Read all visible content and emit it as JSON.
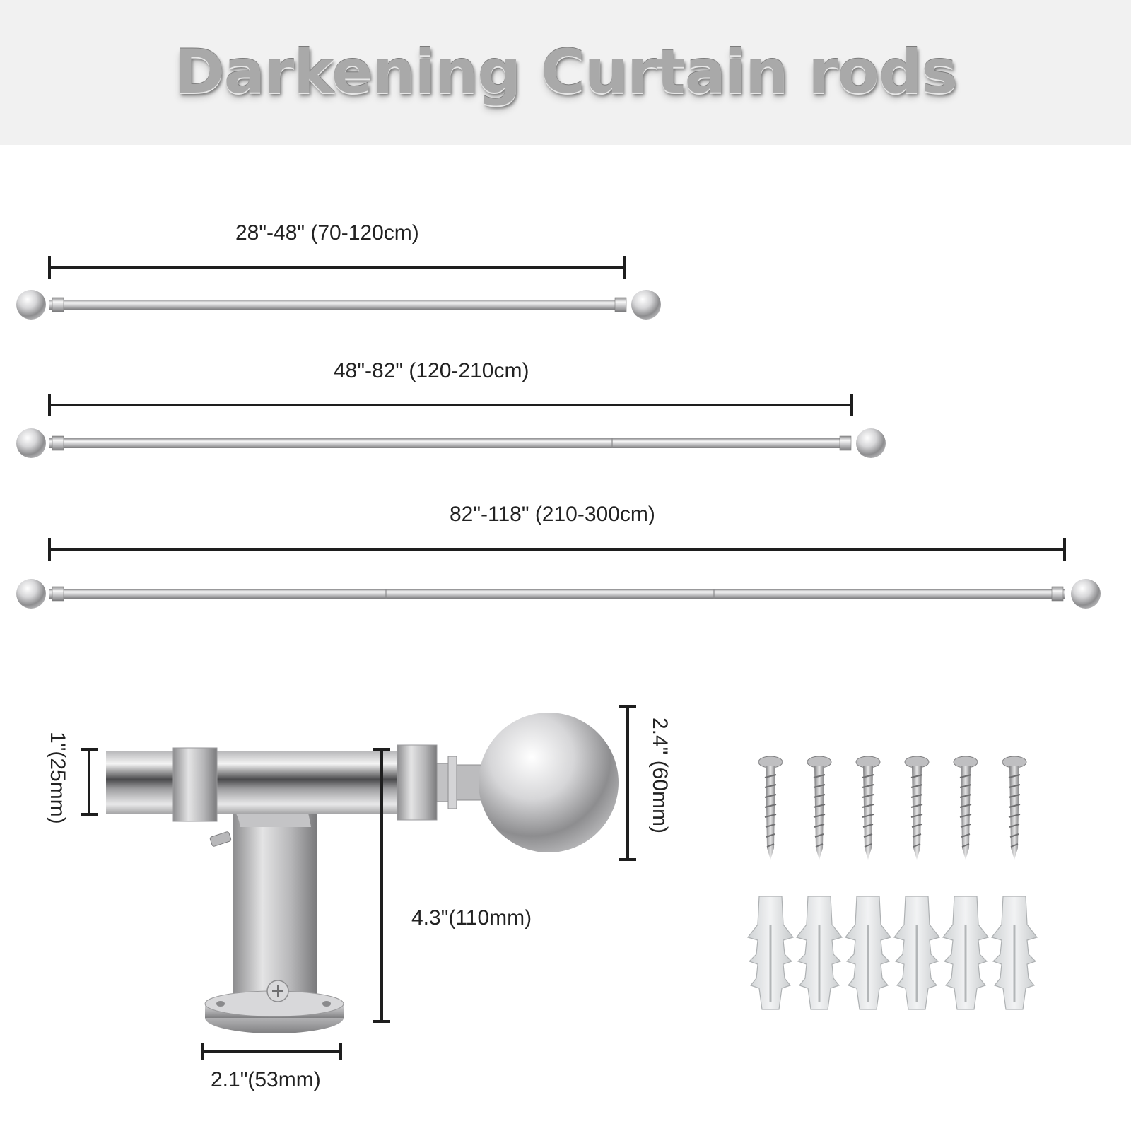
{
  "title": "Darkening Curtain rods",
  "colors": {
    "title_band": "#f1f1f1",
    "metal": "#c9c9cb",
    "dimension_line": "#1e1e1e",
    "anchor": "#e4e6e7"
  },
  "rods": [
    {
      "label": "28\"-48\" (70-120cm)"
    },
    {
      "label": "48\"-82\" (120-210cm)"
    },
    {
      "label": "82\"-118\" (210-300cm)"
    }
  ],
  "bracket": {
    "rod_diameter": "1\"(25mm)",
    "finial_diameter": "2.4\" (60mm)",
    "projection": "4.3\"(110mm)",
    "base_width": "2.1\"(53mm)"
  },
  "hardware": {
    "screw_icon": "screw-icon",
    "anchor_icon": "wall-anchor-icon"
  }
}
